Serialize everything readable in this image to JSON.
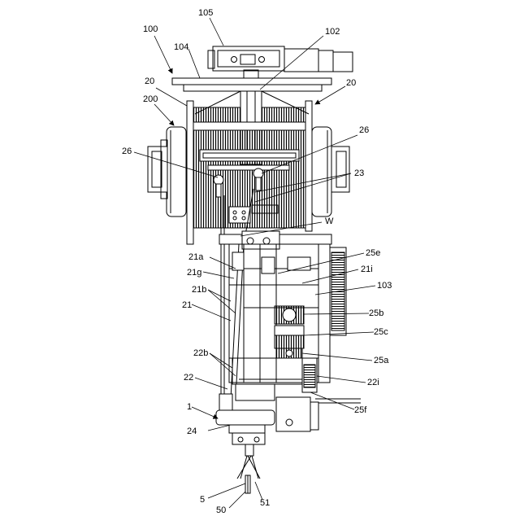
{
  "labels": {
    "l100": "100",
    "l105": "105",
    "l102": "102",
    "l104": "104",
    "l20a": "20",
    "l20b": "20",
    "l200": "200",
    "l26a": "26",
    "l26b": "26",
    "l23": "23",
    "lW": "W",
    "l25e": "25e",
    "l21a": "21a",
    "l21i": "21i",
    "l21g": "21g",
    "l103": "103",
    "l21b": "21b",
    "l21": "21",
    "l25b": "25b",
    "l25c": "25c",
    "l22b": "22b",
    "l25a": "25a",
    "l22": "22",
    "l22i": "22i",
    "l1": "1",
    "l25f": "25f",
    "l24": "24",
    "l5": "5",
    "l51": "51",
    "l50": "50"
  }
}
